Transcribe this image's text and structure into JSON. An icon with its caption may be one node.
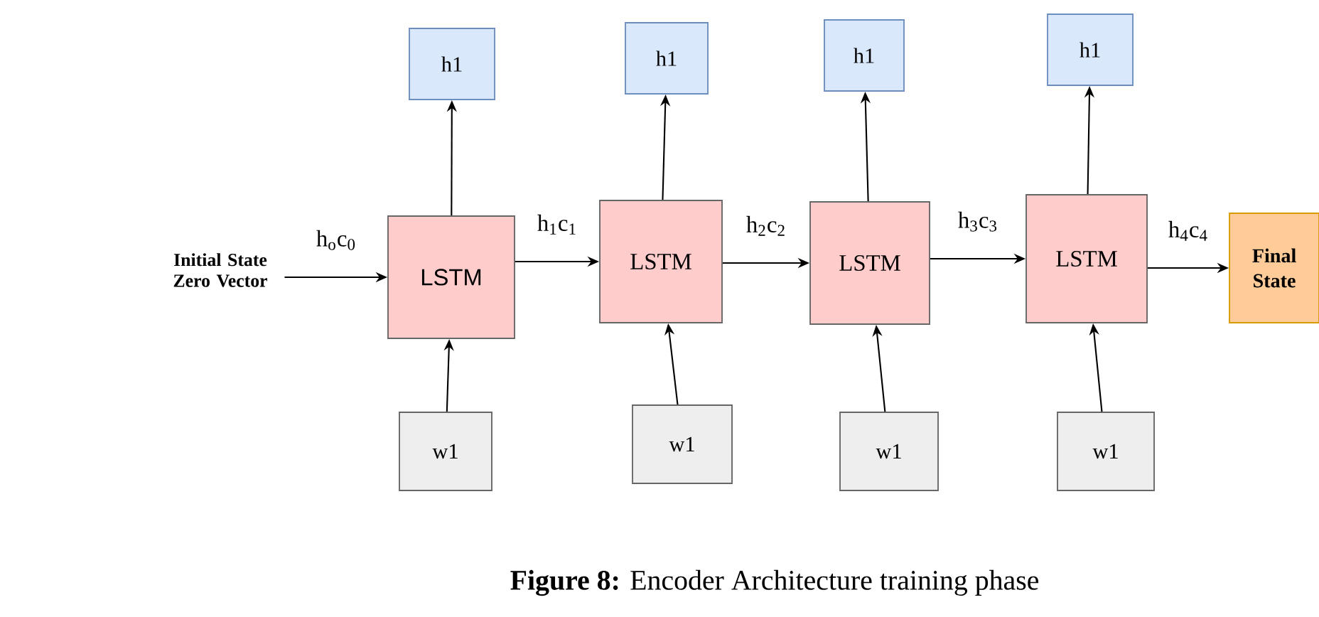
{
  "diagram": {
    "caption": "**Figure 8:** Encoder Architecture training phase",
    "nodes": [
      {
        "text": [
          "Initial State Zero Vector"
        ]
      },
      {
        "text": [
          "LSTM"
        ]
      },
      {
        "text": [
          "LSTM"
        ]
      },
      {
        "text": [
          "LSTM"
        ]
      },
      {
        "text": [
          "LSTM"
        ]
      },
      {
        "text": [
          "Final State"
        ]
      },
      {
        "text": [
          "h1"
        ]
      },
      {
        "text": [
          "h1"
        ]
      },
      {
        "text": [
          "h1"
        ]
      },
      {
        "text": [
          "h1"
        ]
      },
      {
        "text": [
          "w1"
        ]
      },
      {
        "text": [
          "w1"
        ]
      },
      {
        "text": [
          "w1"
        ]
      },
      {
        "text": [
          "w1"
        ]
      }
    ],
    "edges": [
      {
        "from": 0,
        "to": 1,
        "arrow": "to",
        "label": "h$_{o}$c$_{0}$"
      },
      {
        "from": 1,
        "to": 2,
        "arrow": "to",
        "label": "h$_{1}$c$_{1}$"
      },
      {
        "from": 2,
        "to": 3,
        "arrow": "to",
        "label": "h$_{2}$c$_{2}$"
      },
      {
        "from": 3,
        "to": 4,
        "arrow": "to",
        "label": "h$_{3}$c$_{3}$"
      },
      {
        "from": 4,
        "to": 5,
        "arrow": "to",
        "label": "h$_{4}$c$_{4}$"
      },
      {
        "from": 1,
        "to": 6,
        "arrow": "to"
      },
      {
        "from": 2,
        "to": 7,
        "arrow": "to"
      },
      {
        "from": 3,
        "to": 8,
        "arrow": "to"
      },
      {
        "from": 4,
        "to": 9,
        "arrow": "to"
      },
      {
        "from": 10,
        "to": 1,
        "arrow": "to"
      },
      {
        "from": 11,
        "to": 2,
        "arrow": "to"
      },
      {
        "from": 12,
        "to": 3,
        "arrow": "to"
      },
      {
        "from": 13,
        "to": 4,
        "arrow": "to"
      }
    ]
  }
}
